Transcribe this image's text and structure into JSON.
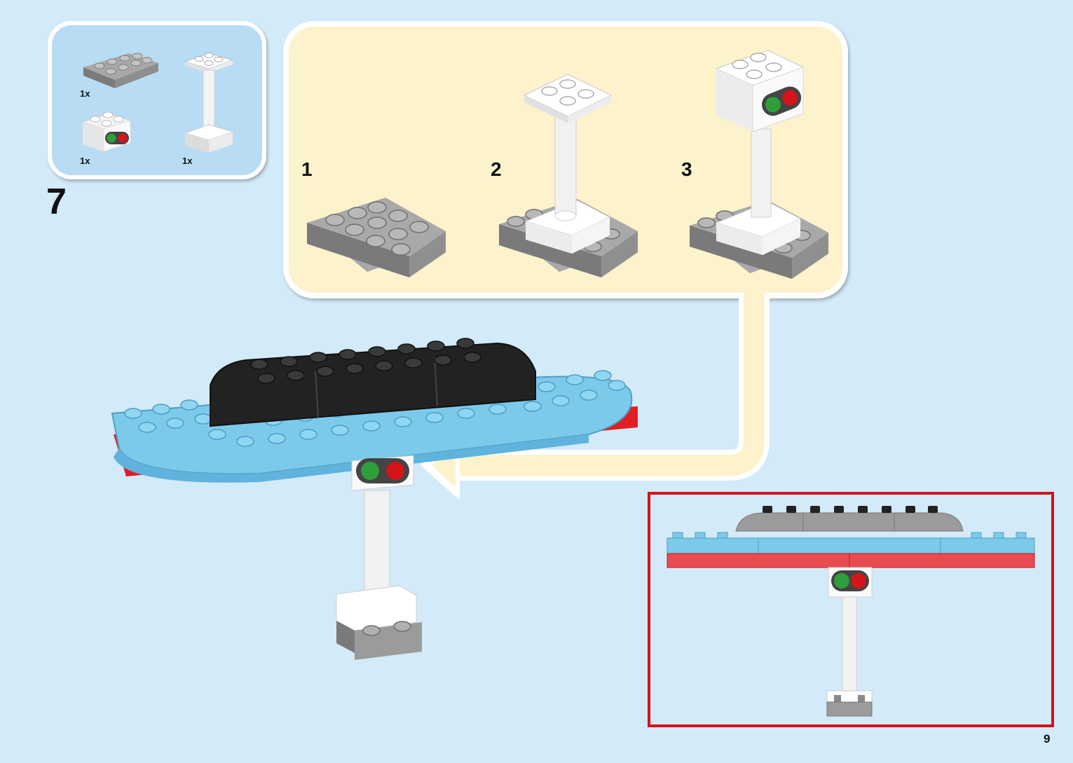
{
  "step": {
    "number": "7"
  },
  "parts_list": {
    "items": [
      {
        "name": "gray-2x4-plate-icon",
        "quantity": "1x"
      },
      {
        "name": "traffic-light-brick-icon",
        "quantity": "1x"
      },
      {
        "name": "white-post-icon",
        "quantity": "1x"
      }
    ]
  },
  "sub_assembly": {
    "steps": [
      {
        "number": "1"
      },
      {
        "number": "2"
      },
      {
        "number": "3"
      }
    ]
  },
  "page": {
    "number": "9"
  },
  "colors": {
    "background": "#d3eaf8",
    "parts_box": "#b8dcf4",
    "sub_assembly_box": "#fcf2cc",
    "check_frame": "#d6101c",
    "brick_gray": "#9b9b9b",
    "brick_black": "#222222",
    "brick_light_blue": "#7ccaea",
    "brick_red": "#e01e24",
    "light_green": "#2e9e3a",
    "light_red": "#d4141a"
  }
}
